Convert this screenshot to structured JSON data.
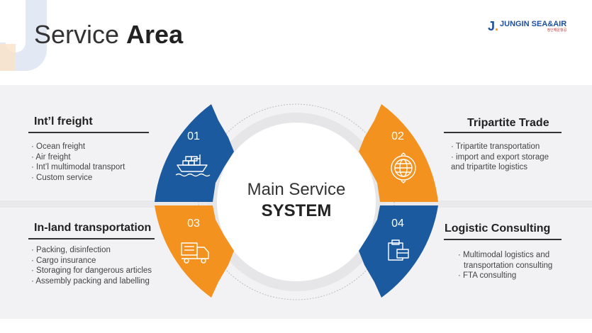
{
  "title": {
    "light": "Service ",
    "bold": "Area"
  },
  "logo": {
    "brand": "JUNGIN",
    "suffix": "SEA&AIR",
    "sub": "정인해운항공"
  },
  "center": {
    "line1": "Main Service",
    "line2": "SYSTEM"
  },
  "colors": {
    "blue": "#1c5aa0",
    "orange": "#f3921f",
    "dark": "#222222"
  },
  "segments": [
    {
      "number": "01",
      "icon": "ship-icon",
      "color": "#1c5aa0"
    },
    {
      "number": "02",
      "icon": "globe-icon",
      "color": "#f3921f"
    },
    {
      "number": "03",
      "icon": "truck-icon",
      "color": "#f3921f"
    },
    {
      "number": "04",
      "icon": "clipboard-icon",
      "color": "#1c5aa0"
    }
  ],
  "services": [
    {
      "heading": "Int’l freight",
      "items": [
        "Ocean freight",
        "Air freight",
        "Int’l multimodal transport",
        "Custom service"
      ]
    },
    {
      "heading": "Tripartite Trade",
      "items": [
        "Tripartite transportation",
        "import and export storage",
        "and tripartite logistics"
      ]
    },
    {
      "heading": "In-land transportation",
      "items": [
        "Packing, disinfection",
        "Cargo insurance",
        "Storaging for dangerous articles",
        "Assembly packing and labelling"
      ]
    },
    {
      "heading": "Logistic Consulting",
      "items": [
        "Multimodal logistics and",
        "transportation consulting",
        "FTA consulting"
      ]
    }
  ]
}
